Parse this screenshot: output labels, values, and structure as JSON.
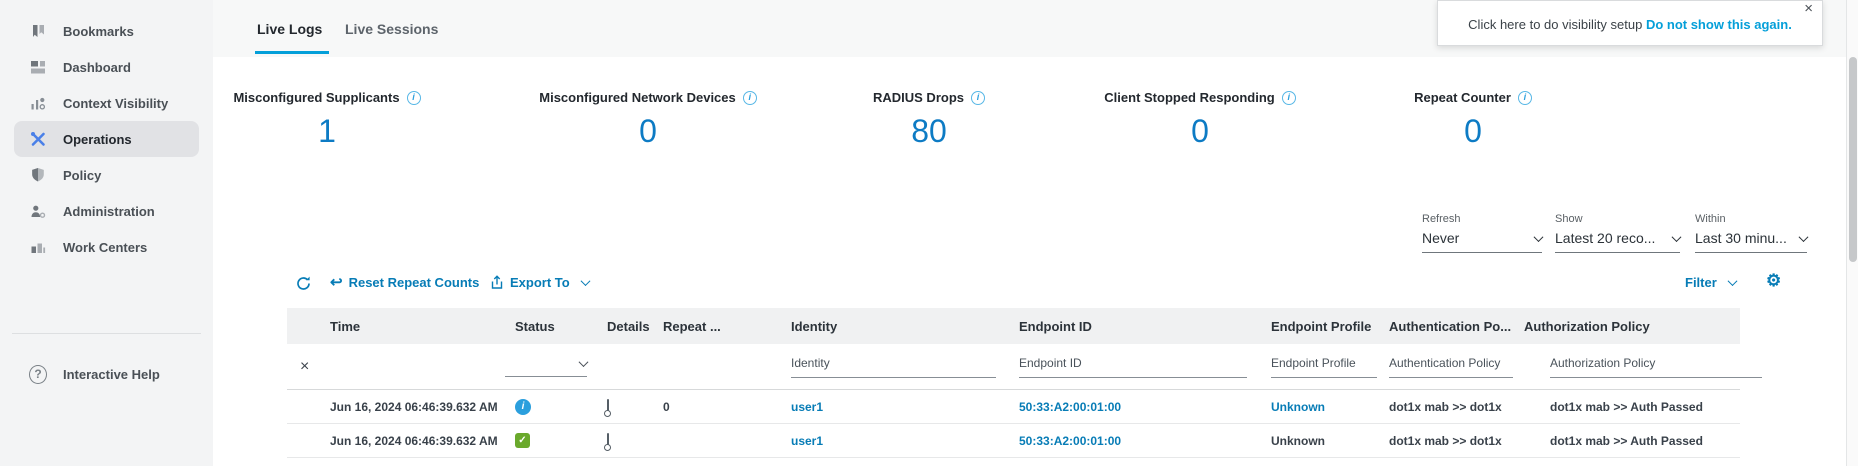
{
  "icons": {
    "info": "i",
    "check": "✓",
    "close": "×",
    "clear": "×",
    "help": "?",
    "undo": "↩",
    "gear": "⚙"
  },
  "sidebar": {
    "items": [
      {
        "label": "Bookmarks",
        "icon": "bookmarks-icon",
        "active": false
      },
      {
        "label": "Dashboard",
        "icon": "dashboard-icon",
        "active": false
      },
      {
        "label": "Context Visibility",
        "icon": "context-visibility-icon",
        "active": false
      },
      {
        "label": "Operations",
        "icon": "operations-icon",
        "active": true
      },
      {
        "label": "Policy",
        "icon": "policy-icon",
        "active": false
      },
      {
        "label": "Administration",
        "icon": "administration-icon",
        "active": false
      },
      {
        "label": "Work Centers",
        "icon": "work-centers-icon",
        "active": false
      }
    ],
    "help_label": "Interactive Help"
  },
  "tabs": [
    {
      "label": "Live Logs",
      "active": true
    },
    {
      "label": "Live Sessions",
      "active": false
    }
  ],
  "notification": {
    "message": "Click here to do visibility setup",
    "link_label": "Do not show this again."
  },
  "metrics": [
    {
      "label": "Misconfigured Supplicants",
      "value": "1"
    },
    {
      "label": "Misconfigured Network Devices",
      "value": "0"
    },
    {
      "label": "RADIUS Drops",
      "value": "80"
    },
    {
      "label": "Client Stopped Responding",
      "value": "0"
    },
    {
      "label": "Repeat Counter",
      "value": "0"
    }
  ],
  "controls": {
    "refresh": {
      "label": "Refresh",
      "value": "Never"
    },
    "show": {
      "label": "Show",
      "value": "Latest 20 reco..."
    },
    "within": {
      "label": "Within",
      "value": "Last 30 minu..."
    }
  },
  "toolbar": {
    "reset_label": "Reset Repeat Counts",
    "export_label": "Export To",
    "filter_label": "Filter"
  },
  "table": {
    "headers": [
      "Time",
      "Status",
      "Details",
      "Repeat ...",
      "Identity",
      "Endpoint ID",
      "Endpoint Profile",
      "Authentication Po...",
      "Authorization Policy"
    ],
    "filters": {
      "identity_placeholder": "Identity",
      "endpoint_id_placeholder": "Endpoint ID",
      "endpoint_profile_placeholder": "Endpoint Profile",
      "authentication_policy_placeholder": "Authentication Policy",
      "authorization_policy_placeholder": "Authorization Policy"
    },
    "rows": [
      {
        "time": "Jun 16, 2024 06:46:39.632 AM",
        "status": "info",
        "repeat": "0",
        "identity": "user1",
        "endpoint_id": "50:33:A2:00:01:00",
        "endpoint_profile": "Unknown",
        "authentication_policy": "dot1x mab >> dot1x",
        "authorization_policy": "dot1x mab >> Auth Passed"
      },
      {
        "time": "Jun 16, 2024 06:46:39.632 AM",
        "status": "passed",
        "repeat": "",
        "identity": "user1",
        "endpoint_id": "50:33:A2:00:01:00",
        "endpoint_profile": "Unknown",
        "authentication_policy": "dot1x mab >> dot1x",
        "authorization_policy": "dot1x mab >> Auth Passed"
      }
    ]
  },
  "colors": {
    "accent_blue": "#077cb6",
    "tab_underline": "#049fd9",
    "metric_value_blue": "#0d7bc4",
    "status_info_blue": "#2b9fdd",
    "status_passed_green": "#6aa92c"
  }
}
